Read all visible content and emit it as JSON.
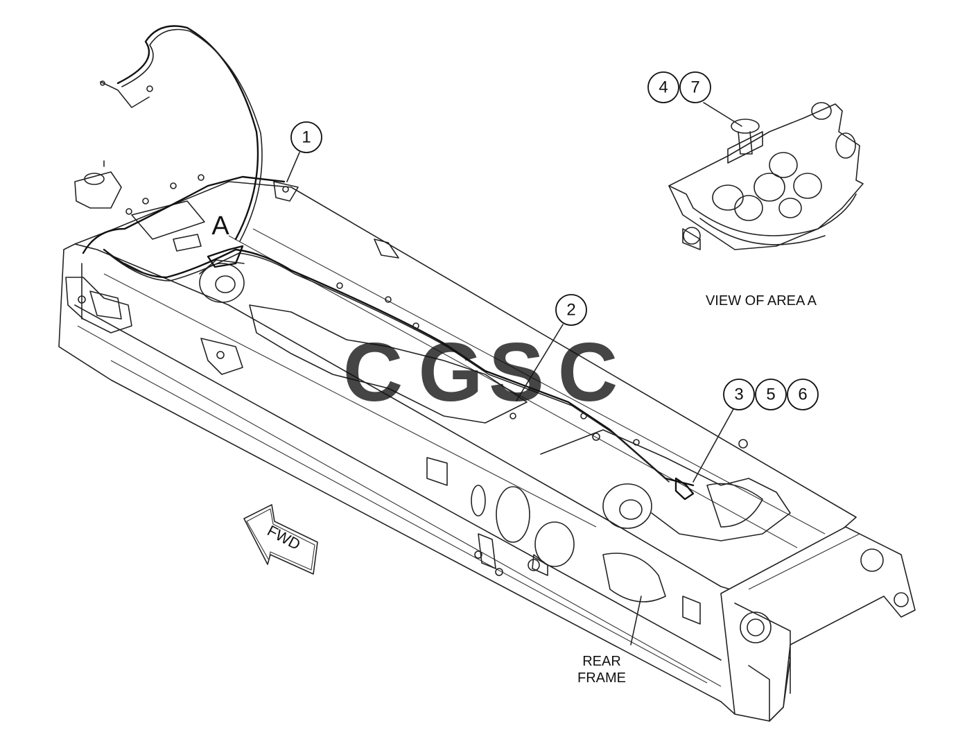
{
  "callouts": {
    "c1": "1",
    "c2": "2",
    "c3": "3",
    "c4": "4",
    "c5": "5",
    "c6": "6",
    "c7": "7"
  },
  "labels": {
    "area_marker": "A",
    "view_caption": "VIEW OF AREA A",
    "rear_frame_line1": "REAR",
    "rear_frame_line2": "FRAME",
    "fwd_arrow": "FWD"
  },
  "watermark": {
    "letters": [
      "C",
      "G",
      "S",
      "C"
    ],
    "colors": [
      "#6aa4f5",
      "#f08b82",
      "#f8d552",
      "#66b992"
    ]
  }
}
